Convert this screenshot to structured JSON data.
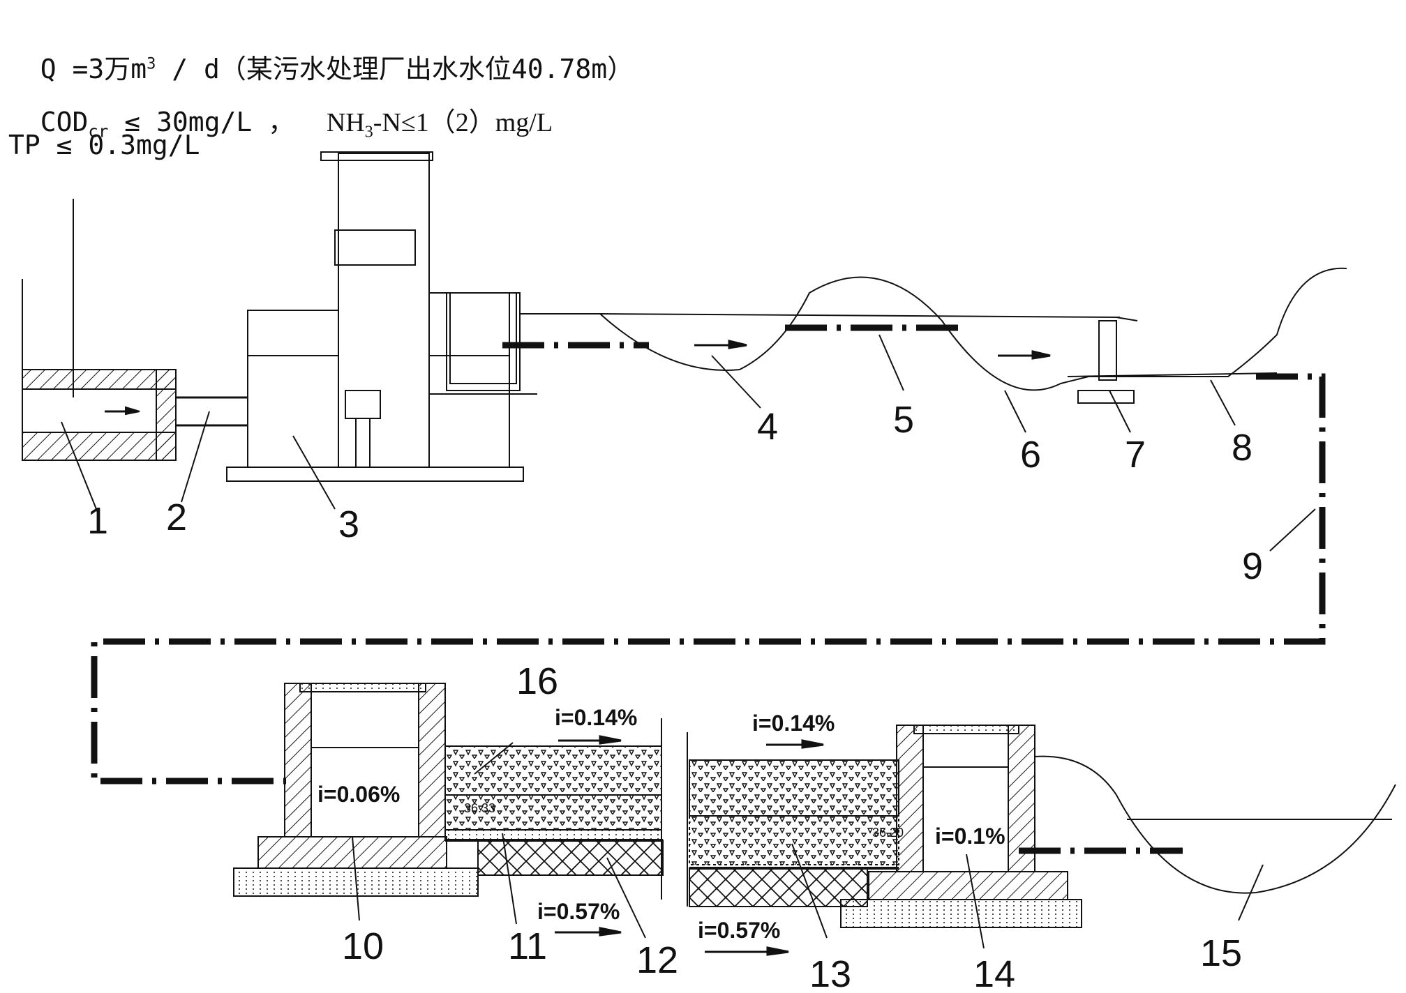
{
  "header": {
    "line1_q": "Q =3万m",
    "line1_sup": "3",
    "line1_rest": " / d（某污水处理厂出水水位40.78m）",
    "line2_cod": "COD",
    "line2_cod_sub": "cr",
    "line2_cod_rest": " ≤ 30mg/L ，  ",
    "line2_nh": "NH",
    "line2_nh_sub": "3",
    "line2_nh_rest": "-N≤1（2）mg/L",
    "line3": "TP ≤ 0.3mg/L"
  },
  "labels": {
    "l1": "1",
    "l2": "2",
    "l3": "3",
    "l4": "4",
    "l5": "5",
    "l6": "6",
    "l7": "7",
    "l8": "8",
    "l9": "9",
    "l10": "10",
    "l11": "11",
    "l12": "12",
    "l13": "13",
    "l14": "14",
    "l15": "15",
    "l16": "16"
  },
  "slopes": {
    "s_top_left": "i=0.14%",
    "s_top_right": "i=0.14%",
    "s_bottom_left": "i=0.57%",
    "s_bottom_right": "i=0.57%",
    "s_tank_left": "i=0.06%",
    "s_tank_right": "i=0.1%"
  },
  "dims": {
    "d_left": "36.33",
    "d_right": "36.20"
  },
  "colors": {
    "line": "#111111",
    "hatch": "#111111",
    "background": "#ffffff"
  }
}
